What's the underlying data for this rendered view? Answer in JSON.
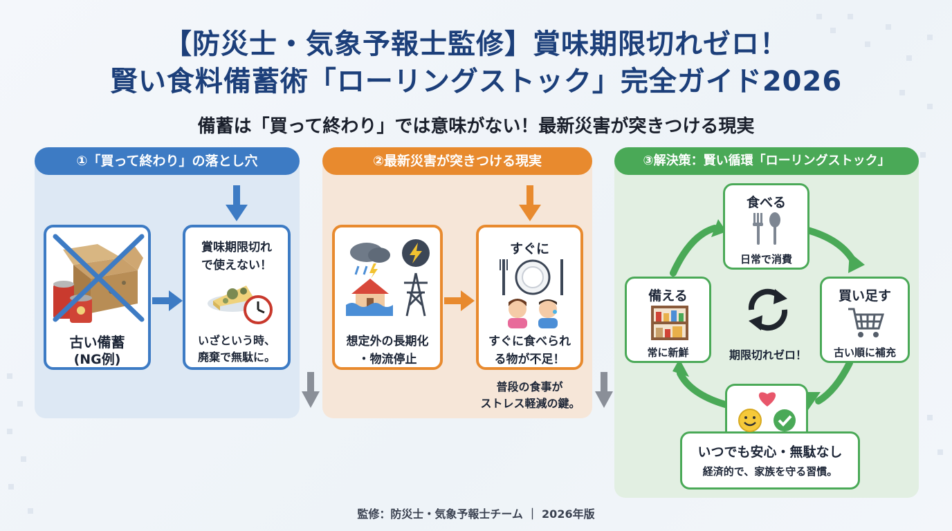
{
  "title": {
    "line1": "【防災士・気象予報士監修】賞味期限切れゼロ！",
    "line2": "賢い食料備蓄術「ローリングストック」完全ガイド2026"
  },
  "subtitle": "備蓄は「買って終わり」では意味がない！最新災害が突きつける現実",
  "section1": {
    "heading": "①「買って終わり」の落とし穴",
    "card_a": {
      "line1": "古い備蓄",
      "line2": "(NG例)"
    },
    "card_b": {
      "top1": "賞味期限切れ",
      "top2": "で使えない！",
      "bottom1": "いざという時、",
      "bottom2": "廃棄で無駄に。"
    }
  },
  "section2": {
    "heading": "②最新災害が突きつける現実",
    "card_a": {
      "line1": "想定外の長期化",
      "line2": "・物流停止"
    },
    "card_b": {
      "top": "すぐに",
      "bottom1": "すぐに食べられ",
      "bottom2": "る物が不足！"
    },
    "note1": "普段の食事が",
    "note2": "ストレス軽減の鍵。"
  },
  "section3": {
    "heading": "③解決策：賢い循環「ローリングストック」",
    "eat": {
      "title": "食べる",
      "sub": "日常で消費"
    },
    "buy": {
      "title": "買い足す",
      "sub": "古い順に補充"
    },
    "store": {
      "title": "備える",
      "sub": "常に新鮮"
    },
    "center": "期限切れゼロ！",
    "result1": "いつでも安心・無駄なし",
    "result2": "経済的で、家族を守る習慣。"
  },
  "footer": "監修：防災士・気象予報士チーム ｜ 2026年版",
  "colors": {
    "navy": "#1c3f7a",
    "blue": "#3d7bc4",
    "orange": "#e88a2e",
    "green": "#4aa957",
    "gray_arrow": "#8a8f98"
  },
  "icons": [
    "cardboard-box-icon",
    "canned-food-icon",
    "cross-out-icon",
    "moldy-cheese-icon",
    "clock-icon",
    "storm-cloud-icon",
    "lightning-icon",
    "flooded-house-icon",
    "power-tower-icon",
    "empty-plate-icon",
    "worried-family-icon",
    "fork-spoon-icon",
    "shopping-cart-icon",
    "pantry-shelf-icon",
    "cycle-arrows-icon",
    "heart-icon",
    "smile-icon",
    "check-icon",
    "arrow-icon"
  ]
}
